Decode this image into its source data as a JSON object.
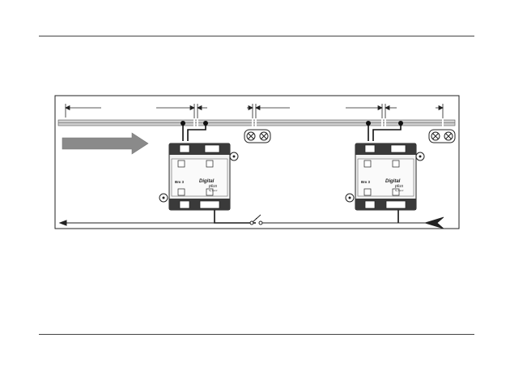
{
  "diagram": {
    "modules": [
      {
        "model": "Bm 3",
        "brand_top": "Digital",
        "brand_bottom": "plus",
        "brand_small": "by Lenz"
      },
      {
        "model": "Bm 3",
        "brand_top": "Digital",
        "brand_bottom": "plus",
        "brand_small": "by Lenz"
      }
    ],
    "colors": {
      "line": "#1a1a1a",
      "module_body": "#f2f2f2",
      "module_bar": "#3a3a3a",
      "rail": "#bdbdbd",
      "arrow": "#8a8a8a"
    }
  }
}
